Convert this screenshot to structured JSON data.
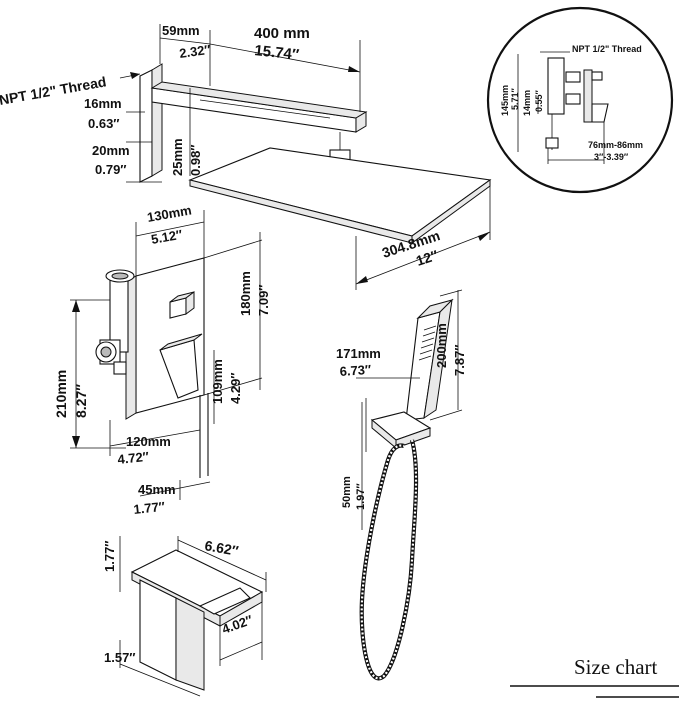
{
  "labels": {
    "arm_offset_mm": "59mm",
    "arm_offset_in": "2.32″",
    "arm_length_mm": "400 mm",
    "arm_length_in": "15.74″",
    "thread": "NPT 1/2\" Thread",
    "flange_h_mm": "16mm",
    "flange_h_in": "0.63″",
    "flange_w_mm": "20mm",
    "flange_w_in": "0.79″",
    "arm_drop_mm": "25mm",
    "arm_drop_in": "0.98″",
    "head_mm": "304.8mm",
    "head_in": "12″",
    "valve_w_mm": "130mm",
    "valve_w_in": "5.12″",
    "valve_h_mm": "180mm",
    "valve_h_in": "7.09″",
    "valve_total_mm": "210mm",
    "valve_total_in": "8.27″",
    "valve_mid_mm": "109mm",
    "valve_mid_in": "4.29″",
    "valve_depth_mm": "120mm",
    "valve_depth_in": "4.72″",
    "valve_trim_mm": "45mm",
    "valve_trim_in": "1.77″",
    "hand_w_mm": "171mm",
    "hand_w_in": "6.73″",
    "hand_h_mm": "200mm",
    "hand_h_in": "7.87″",
    "holder_mm": "50mm",
    "holder_in": "1.97″",
    "spout_w_in": "6.62″",
    "spout_h_in": "1.77″",
    "spout_d_in": "4.02″",
    "spout_base_in": "1.57″",
    "inset_thread": "NPT 1/2\" Thread",
    "inset_h_mm": "145mm",
    "inset_h_in": "5.71″",
    "inset_s_mm": "14mm",
    "inset_s_in": "0.55″",
    "inset_depth_mm": "76mm-86mm",
    "inset_depth_in": "3″-3.39″",
    "footer_title": "Size chart"
  }
}
